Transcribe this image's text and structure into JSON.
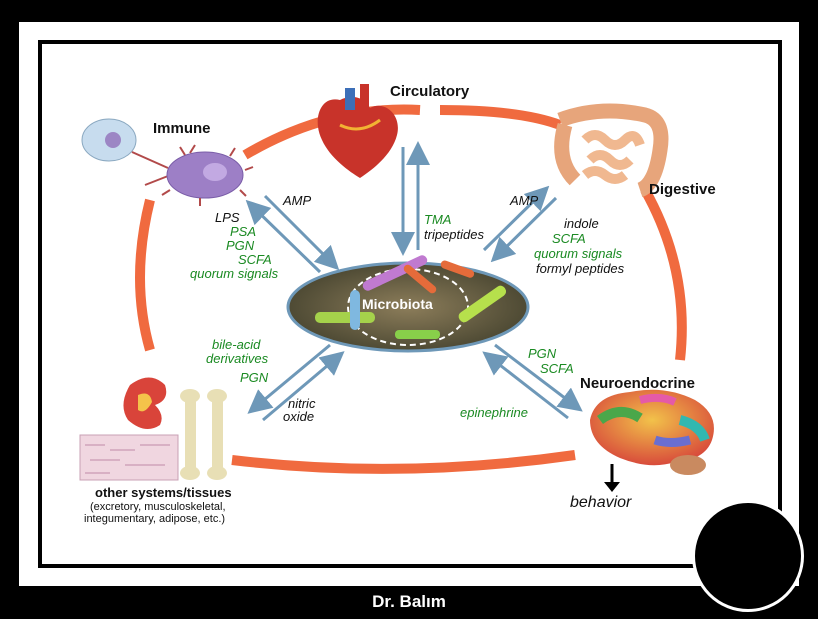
{
  "organs": {
    "circulatory": "Circulatory",
    "immune": "Immune",
    "digestive": "Digestive",
    "neuroendocrine": "Neuroendocrine",
    "other": "other systems/tissues",
    "other_sub1": "(excretory, musculoskeletal,",
    "other_sub2": "integumentary, adipose, etc.)"
  },
  "center": "Microbiota",
  "immune_arrow": {
    "to_microbiota": [
      "AMP"
    ],
    "from_microbiota_black": [
      "LPS"
    ],
    "from_microbiota_green": [
      "PSA",
      "PGN",
      "SCFA",
      "quorum signals"
    ]
  },
  "circulatory_arrow": {
    "green": "TMA",
    "black": "tripeptides"
  },
  "digestive_arrow": {
    "to_microbiota": "AMP",
    "black": [
      "indole",
      "formyl peptides"
    ],
    "green": [
      "SCFA",
      "quorum signals"
    ]
  },
  "neuro_arrow": {
    "green": [
      "PGN",
      "SCFA",
      "epinephrine"
    ]
  },
  "other_arrow": {
    "green": [
      "bile-acid",
      "derivatives",
      "PGN"
    ],
    "black": [
      "nitric",
      "oxide"
    ]
  },
  "behavior": "behavior",
  "footer": "Dr. Balım",
  "colors": {
    "ring": "#f06a3f",
    "arrow": "#6e98b8",
    "green_text": "#1a8a22"
  }
}
